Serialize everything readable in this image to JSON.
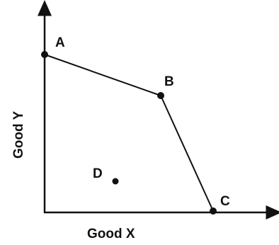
{
  "diagram": {
    "x_axis_label": "Good X",
    "y_axis_label": "Good Y",
    "points": [
      {
        "id": "A",
        "label": "A"
      },
      {
        "id": "B",
        "label": "B"
      },
      {
        "id": "C",
        "label": "C"
      },
      {
        "id": "D",
        "label": "D"
      }
    ],
    "curve": [
      "A",
      "B",
      "C"
    ],
    "colors": {
      "line": "#111111",
      "point": "#111111"
    }
  }
}
